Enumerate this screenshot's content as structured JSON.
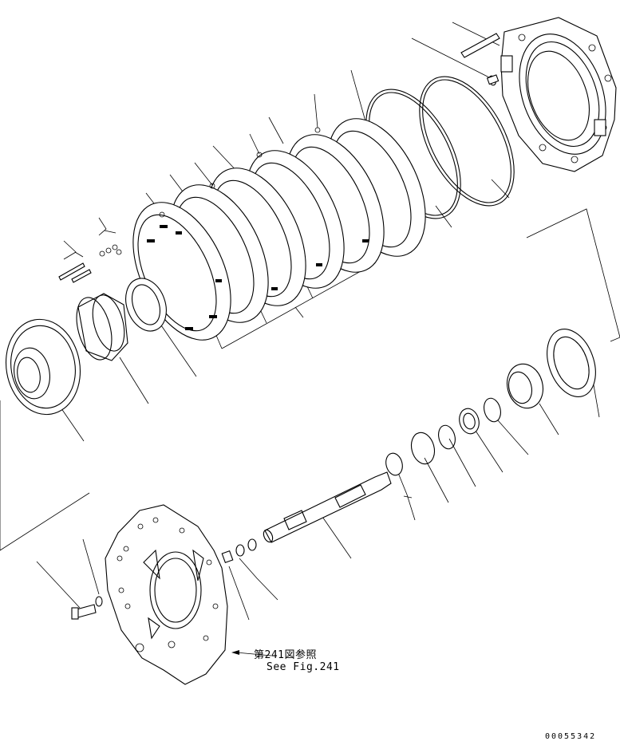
{
  "reference": {
    "japanese": "第241図参照",
    "english": "See Fig.241"
  },
  "document_number": "00055342"
}
